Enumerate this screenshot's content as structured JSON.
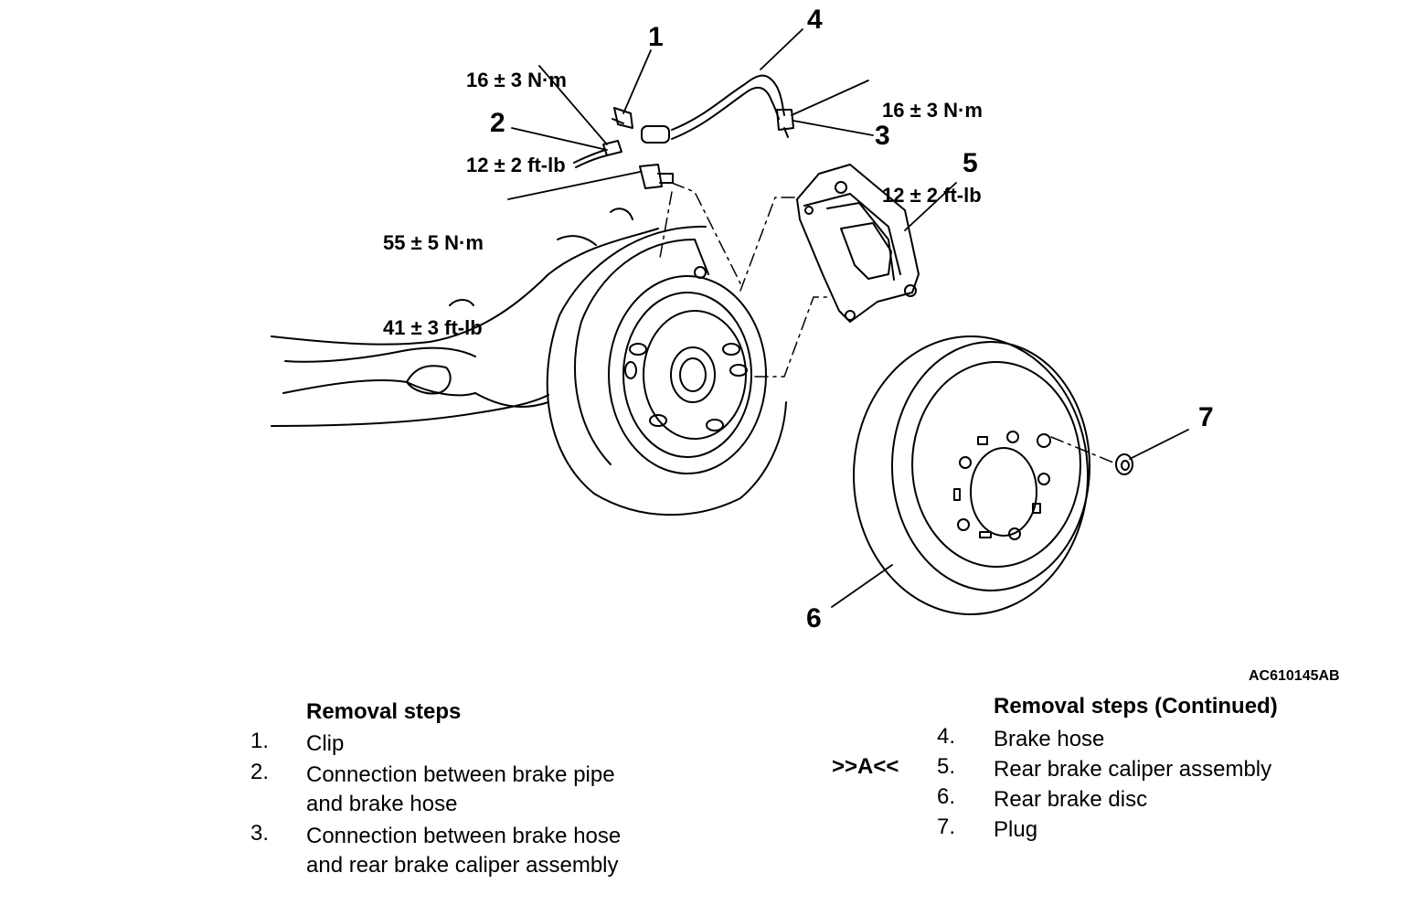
{
  "torque_labels": {
    "t2": [
      "16 ± 3 N·m",
      "12 ± 2 ft-lb"
    ],
    "t3": [
      "16 ± 3 N·m",
      "12 ± 2 ft-lb"
    ],
    "t_bolt": [
      "55 ± 5 N·m",
      "41 ± 3 ft-lb"
    ]
  },
  "callouts": [
    "1",
    "2",
    "3",
    "4",
    "5",
    "6",
    "7"
  ],
  "figure_id": "AC610145AB",
  "removal_steps": {
    "title": "Removal steps",
    "items": [
      {
        "num": "1.",
        "lines": [
          "Clip"
        ]
      },
      {
        "num": "2.",
        "lines": [
          "Connection between brake pipe",
          "and brake hose"
        ]
      },
      {
        "num": "3.",
        "lines": [
          "Connection between brake hose",
          "and rear brake caliper assembly"
        ]
      }
    ]
  },
  "removal_steps_continued": {
    "title": "Removal steps (Continued)",
    "items": [
      {
        "num": "4.",
        "mark": "",
        "lines": [
          "Brake hose"
        ]
      },
      {
        "num": "5.",
        "mark": ">>A<<",
        "lines": [
          "Rear brake caliper assembly"
        ]
      },
      {
        "num": "6.",
        "mark": "",
        "lines": [
          "Rear brake disc"
        ]
      },
      {
        "num": "7.",
        "mark": "",
        "lines": [
          "Plug"
        ]
      }
    ]
  }
}
